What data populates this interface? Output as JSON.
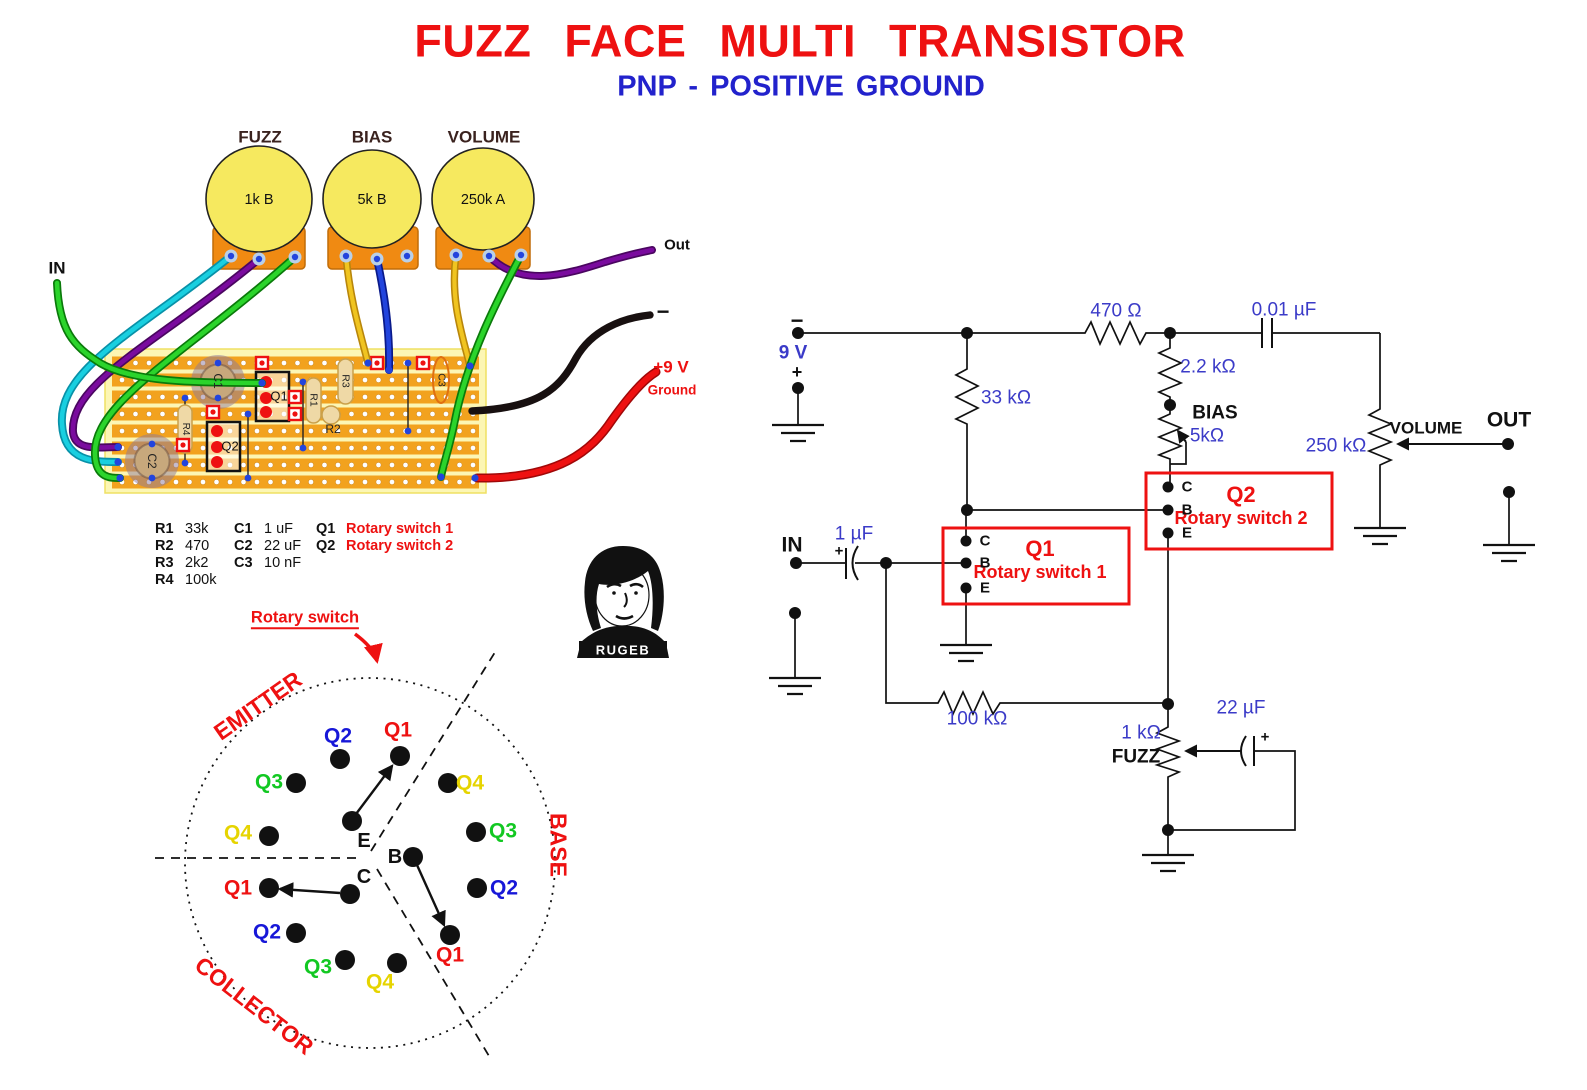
{
  "title": {
    "main": "FUZZ FACE MULTI TRANSISTOR",
    "sub": "PNP - POSITIVE GROUND"
  },
  "board": {
    "in_label": "IN",
    "out_label": "Out",
    "minus_label": "−",
    "plus9_label": "+9 V",
    "ground_label": "Ground",
    "pots": [
      {
        "name": "FUZZ",
        "value": "1k B"
      },
      {
        "name": "BIAS",
        "value": "5k B"
      },
      {
        "name": "VOLUME",
        "value": "250k A"
      }
    ]
  },
  "parts": {
    "resistors": [
      {
        "ref": "R1",
        "value": "33k"
      },
      {
        "ref": "R2",
        "value": "470"
      },
      {
        "ref": "R3",
        "value": "2k2"
      },
      {
        "ref": "R4",
        "value": "100k"
      }
    ],
    "capacitors": [
      {
        "ref": "C1",
        "value": "1 uF"
      },
      {
        "ref": "C2",
        "value": "22 uF"
      },
      {
        "ref": "C3",
        "value": "10 nF"
      }
    ],
    "switches": [
      {
        "ref": "Q1",
        "value": "Rotary switch 1"
      },
      {
        "ref": "Q2",
        "value": "Rotary switch 2"
      }
    ]
  },
  "rotary": {
    "title": "Rotary switch",
    "sections": {
      "emitter": "EMITTER",
      "base": "BASE",
      "collector": "COLLECTOR"
    },
    "poles": {
      "e": "E",
      "b": "B",
      "c": "C"
    },
    "labels": {
      "q1": "Q1",
      "q2": "Q2",
      "q3": "Q3",
      "q4": "Q4"
    },
    "colors": {
      "q1": "#ee1111",
      "q2": "#1717d8",
      "q3": "#12c822",
      "q4": "#e6d400"
    }
  },
  "avatar": {
    "name": "RUGEB"
  },
  "schematic": {
    "battery_voltage": "9 V",
    "minus": "−",
    "plus": "+",
    "in": "IN",
    "out": "OUT",
    "volume": "VOLUME",
    "bias": "BIAS",
    "fuzz": "FUZZ",
    "r_input": "33 kΩ",
    "r_supply": "470 Ω",
    "r_collector": "2.2 kΩ",
    "r_feedback": "100 kΩ",
    "pot_bias": "5kΩ",
    "pot_volume": "250 kΩ",
    "pot_fuzz": "1 kΩ",
    "c_input": "1 µF",
    "c_output": "0.01 µF",
    "c_fuzz": "22 µF",
    "q1": {
      "ref": "Q1",
      "name": "Rotary switch 1"
    },
    "q2": {
      "ref": "Q2",
      "name": "Rotary switch 2"
    }
  },
  "colors": {
    "title_red": "#ee1111",
    "subtitle_blue": "#2222cc",
    "schematic_label_blue": "#3b3bc8",
    "box_red": "#ee1111",
    "board_orange": "#f2a21e",
    "pot_yellow": "#f6e95f",
    "wire_cyan": "#19cfe0",
    "wire_purple": "#7a0b9e",
    "wire_green": "#2bd42b",
    "wire_yellow": "#f0c420",
    "wire_blue": "#2244dd",
    "wire_red": "#ee1111",
    "wire_black": "#181010"
  }
}
